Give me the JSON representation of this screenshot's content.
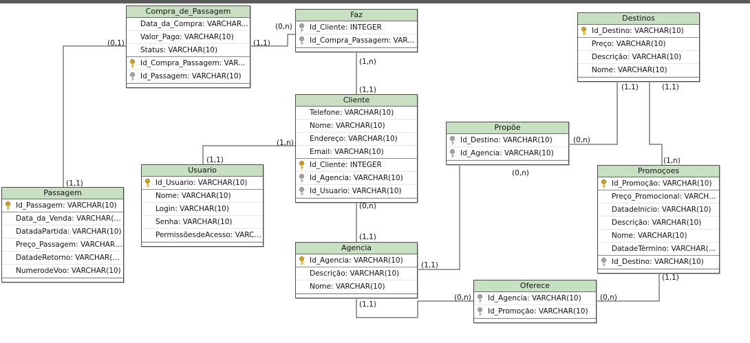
{
  "colors": {
    "header": "#c8e0c2",
    "line": "#3a3a3a",
    "pk_key": "#d8a21a",
    "fk_key": "#8c8c8c"
  },
  "entities": {
    "compra": {
      "name": "Compra_de_Passagem",
      "attrs": [
        {
          "text": "Data_da_Compra: VARCHAR...",
          "icon": ""
        },
        {
          "text": "Valor_Pago: VARCHAR(10)",
          "icon": ""
        },
        {
          "text": "Status: VARCHAR(10)",
          "icon": ""
        },
        {
          "text": "Id_Compra_Passagem: VARC...",
          "icon": "pk"
        },
        {
          "text": "Id_Passagem: VARCHAR(10)",
          "icon": "fk"
        }
      ]
    },
    "faz": {
      "name": "Faz",
      "attrs": [
        {
          "text": "Id_Cliente: INTEGER",
          "icon": "fk"
        },
        {
          "text": "Id_Compra_Passagem: VARC...",
          "icon": "fk"
        }
      ]
    },
    "destinos": {
      "name": "Destinos",
      "attrs": [
        {
          "text": "Id_Destino: VARCHAR(10)",
          "icon": "pk"
        },
        {
          "text": "Preço: VARCHAR(10)",
          "icon": ""
        },
        {
          "text": "Descrição: VARCHAR(10)",
          "icon": ""
        },
        {
          "text": "Nome: VARCHAR(10)",
          "icon": ""
        }
      ]
    },
    "cliente": {
      "name": "Cliente",
      "attrs": [
        {
          "text": "Telefone: VARCHAR(10)",
          "icon": ""
        },
        {
          "text": "Nome: VARCHAR(10)",
          "icon": ""
        },
        {
          "text": "Endereço: VARCHAR(10)",
          "icon": ""
        },
        {
          "text": "Email: VARCHAR(10)",
          "icon": ""
        },
        {
          "text": "Id_Cliente: INTEGER",
          "icon": "pk"
        },
        {
          "text": "Id_Agencia: VARCHAR(10)",
          "icon": "fk"
        },
        {
          "text": "Id_Usuario: VARCHAR(10)",
          "icon": "fk"
        }
      ]
    },
    "propoe": {
      "name": "Propõe",
      "attrs": [
        {
          "text": "Id_Destino: VARCHAR(10)",
          "icon": "fk"
        },
        {
          "text": "Id_Agencia: VARCHAR(10)",
          "icon": "fk"
        }
      ]
    },
    "usuario": {
      "name": "Usuario",
      "attrs": [
        {
          "text": "Id_Usuario: VARCHAR(10)",
          "icon": "pk"
        },
        {
          "text": "Nome: VARCHAR(10)",
          "icon": ""
        },
        {
          "text": "Login: VARCHAR(10)",
          "icon": ""
        },
        {
          "text": "Senha: VARCHAR(10)",
          "icon": ""
        },
        {
          "text": "PermissõesdeAcesso: VARCH...",
          "icon": ""
        }
      ]
    },
    "promocoes": {
      "name": "Promoçoes",
      "attrs": [
        {
          "text": "Id_Promoção: VARCHAR(10)",
          "icon": "pk"
        },
        {
          "text": "Preço_Promocional: VARCHAR...",
          "icon": ""
        },
        {
          "text": "DatadeInicio: VARCHAR(10)",
          "icon": ""
        },
        {
          "text": "Descrição: VARCHAR(10)",
          "icon": ""
        },
        {
          "text": "Nome: VARCHAR(10)",
          "icon": ""
        },
        {
          "text": "DatadeTérmino: VARCHAR(10)",
          "icon": ""
        },
        {
          "text": "Id_Destino: VARCHAR(10)",
          "icon": "fk"
        }
      ]
    },
    "passagem": {
      "name": "Passagem",
      "attrs": [
        {
          "text": "Id_Passagem: VARCHAR(10)",
          "icon": "pk"
        },
        {
          "text": "Data_da_Venda: VARCHAR(10)",
          "icon": ""
        },
        {
          "text": "DatadaPartida: VARCHAR(10)",
          "icon": ""
        },
        {
          "text": "Preço_Passagem: VARCHAR(10)",
          "icon": ""
        },
        {
          "text": "DatadeRetorno: VARCHAR(10)",
          "icon": ""
        },
        {
          "text": "NumerodeVoo: VARCHAR(10)",
          "icon": ""
        }
      ]
    },
    "agencia": {
      "name": "Agencia",
      "attrs": [
        {
          "text": "Id_Agencia: VARCHAR(10)",
          "icon": "pk"
        },
        {
          "text": "Descrição: VARCHAR(10)",
          "icon": ""
        },
        {
          "text": "Nome: VARCHAR(10)",
          "icon": ""
        }
      ]
    },
    "oferece": {
      "name": "Oferece",
      "attrs": [
        {
          "text": "Id_Agencia: VARCHAR(10)",
          "icon": "fk"
        },
        {
          "text": "Id_Promoção: VARCHAR(10)",
          "icon": "fk"
        }
      ]
    }
  },
  "cardinalities": {
    "compra_passagem": "(0,1)",
    "compra_faz": "(1,1)",
    "faz_compra": "(0,n)",
    "faz_cliente": "(1,n)",
    "cliente_faz": "(1,1)",
    "destinos_propoe": "(1,1)",
    "destinos_promocoes": "(1,1)",
    "propoe_destinos": "(0,n)",
    "cliente_usuario": "(1,n)",
    "usuario_cliente": "(1,1)",
    "passagem_compra": "(1,1)",
    "propoe_agencia": "(0,n)",
    "cliente_agencia": "(0,n)",
    "agencia_cliente": "(1,1)",
    "promocoes_destinos": "(1,n)",
    "agencia_propoe": "(1,1)",
    "promocoes_oferece": "(1,1)",
    "oferece_agencia": "(0,n)",
    "oferece_promocoes": "(0,n)",
    "agencia_oferece": "(1,1)"
  }
}
